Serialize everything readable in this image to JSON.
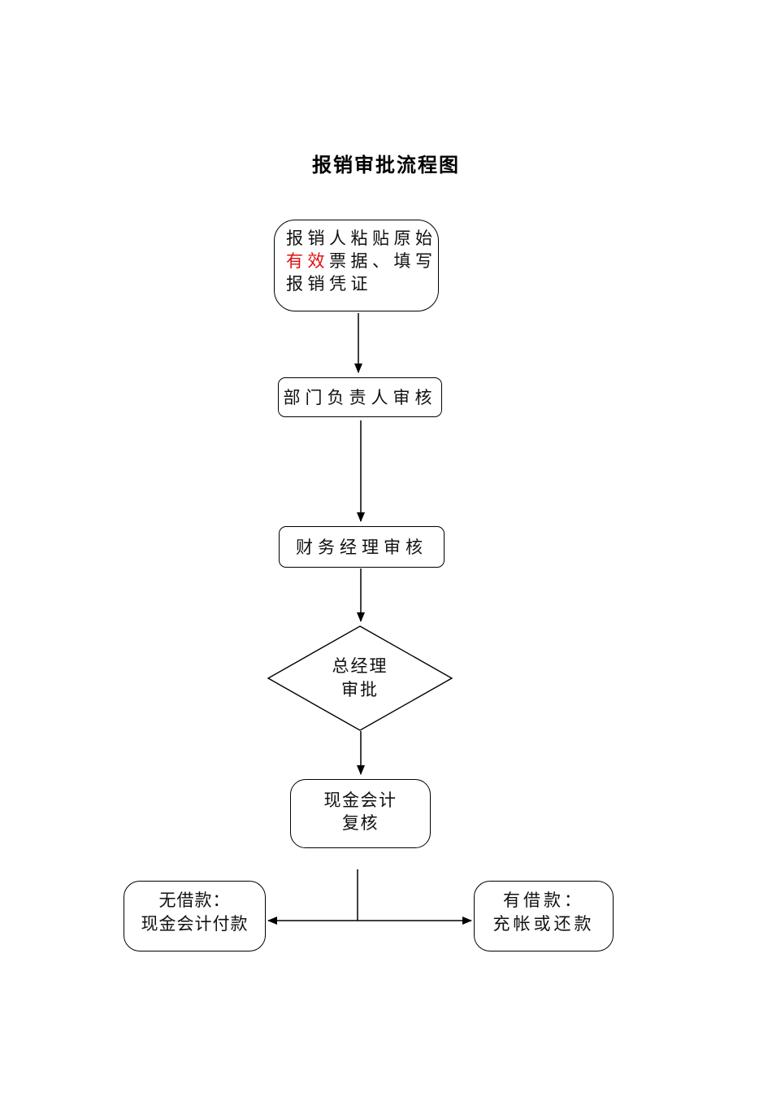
{
  "document": {
    "title": "报销审批流程图"
  },
  "flowchart": {
    "nodes": {
      "start": {
        "line1": "报销人粘贴原始",
        "line2_highlight": "有效",
        "line2_rest": "票据、填写",
        "line3": "报销凭证"
      },
      "dept_review": {
        "label": "部门负责人审核"
      },
      "finance_review": {
        "label": "财务经理审核"
      },
      "gm_approval": {
        "line1": "总经理",
        "line2": "审批"
      },
      "cash_recheck": {
        "line1": "现金会计",
        "line2": "复核"
      },
      "no_loan": {
        "line1": "无借款：",
        "line2": "现金会计付款"
      },
      "with_loan": {
        "line1": "有借款：",
        "line2": "充帐或还款"
      }
    },
    "colors": {
      "highlight": "#e11010",
      "stroke": "#000000",
      "text": "#111111",
      "background": "#ffffff"
    }
  }
}
